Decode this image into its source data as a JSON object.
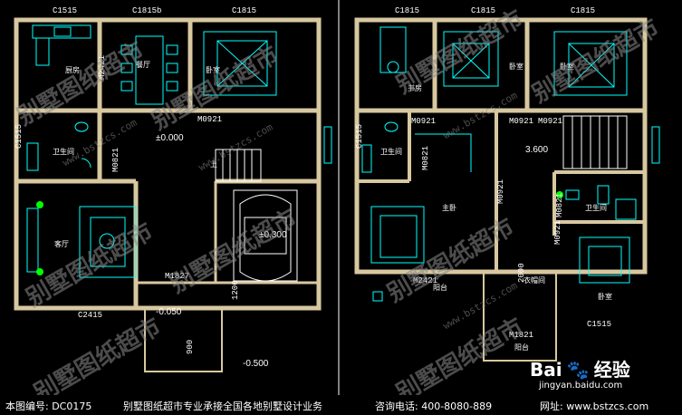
{
  "left_plan": {
    "windows_top": [
      "C1515",
      "C1815b",
      "C1815"
    ],
    "window_left": "C1515",
    "window_bottom": "C2415",
    "rooms": {
      "kitchen": "厨房",
      "dining": "餐厅",
      "bedroom": "卧室",
      "bath": "卫生间",
      "living": "客厅"
    },
    "doors": [
      "M2421",
      "M0921",
      "M0821",
      "M1827"
    ],
    "levels": [
      "±0.000",
      "±0.300",
      "-0.050",
      "-0.500"
    ],
    "stair_up": "上",
    "dims": [
      "1200",
      "900"
    ]
  },
  "right_plan": {
    "windows_top": [
      "C1815",
      "C1815",
      "C1815"
    ],
    "window_left": "C1515",
    "window_bottom": "C1515",
    "rooms": {
      "study": "书房",
      "bedroom_a": "卧室",
      "bedroom_b": "卧室",
      "bath_a": "卫生间",
      "bath_b": "卫生间",
      "master": "主卧",
      "walkin": "衣帽间",
      "bedroom_c": "卧室",
      "balcony_a": "阳台",
      "balcony_b": "阳台"
    },
    "doors": [
      "M0921",
      "M0921",
      "M0921",
      "M0821",
      "M0921",
      "M0821",
      "M0921",
      "M2421",
      "M1821"
    ],
    "level": "3.600",
    "dims": [
      "2000"
    ]
  },
  "watermark": {
    "text": "别墅图纸超市",
    "url": "www.bstzcs.com"
  },
  "footer": {
    "code": "本图编号: DC0175",
    "slogan": "别墅图纸超市专业承接全国各地别墅设计业务",
    "phone": "咨询电话: 400-8080-889",
    "site": "网址: www.bstzcs.com"
  },
  "baidu": {
    "brand": "Bai",
    "brand2": "经验",
    "url": "jingyan.baidu.com"
  },
  "colors": {
    "wall": "#d8c8a0",
    "line": "#00ffff",
    "green": "#00ff00",
    "grid": "#ffffff"
  }
}
